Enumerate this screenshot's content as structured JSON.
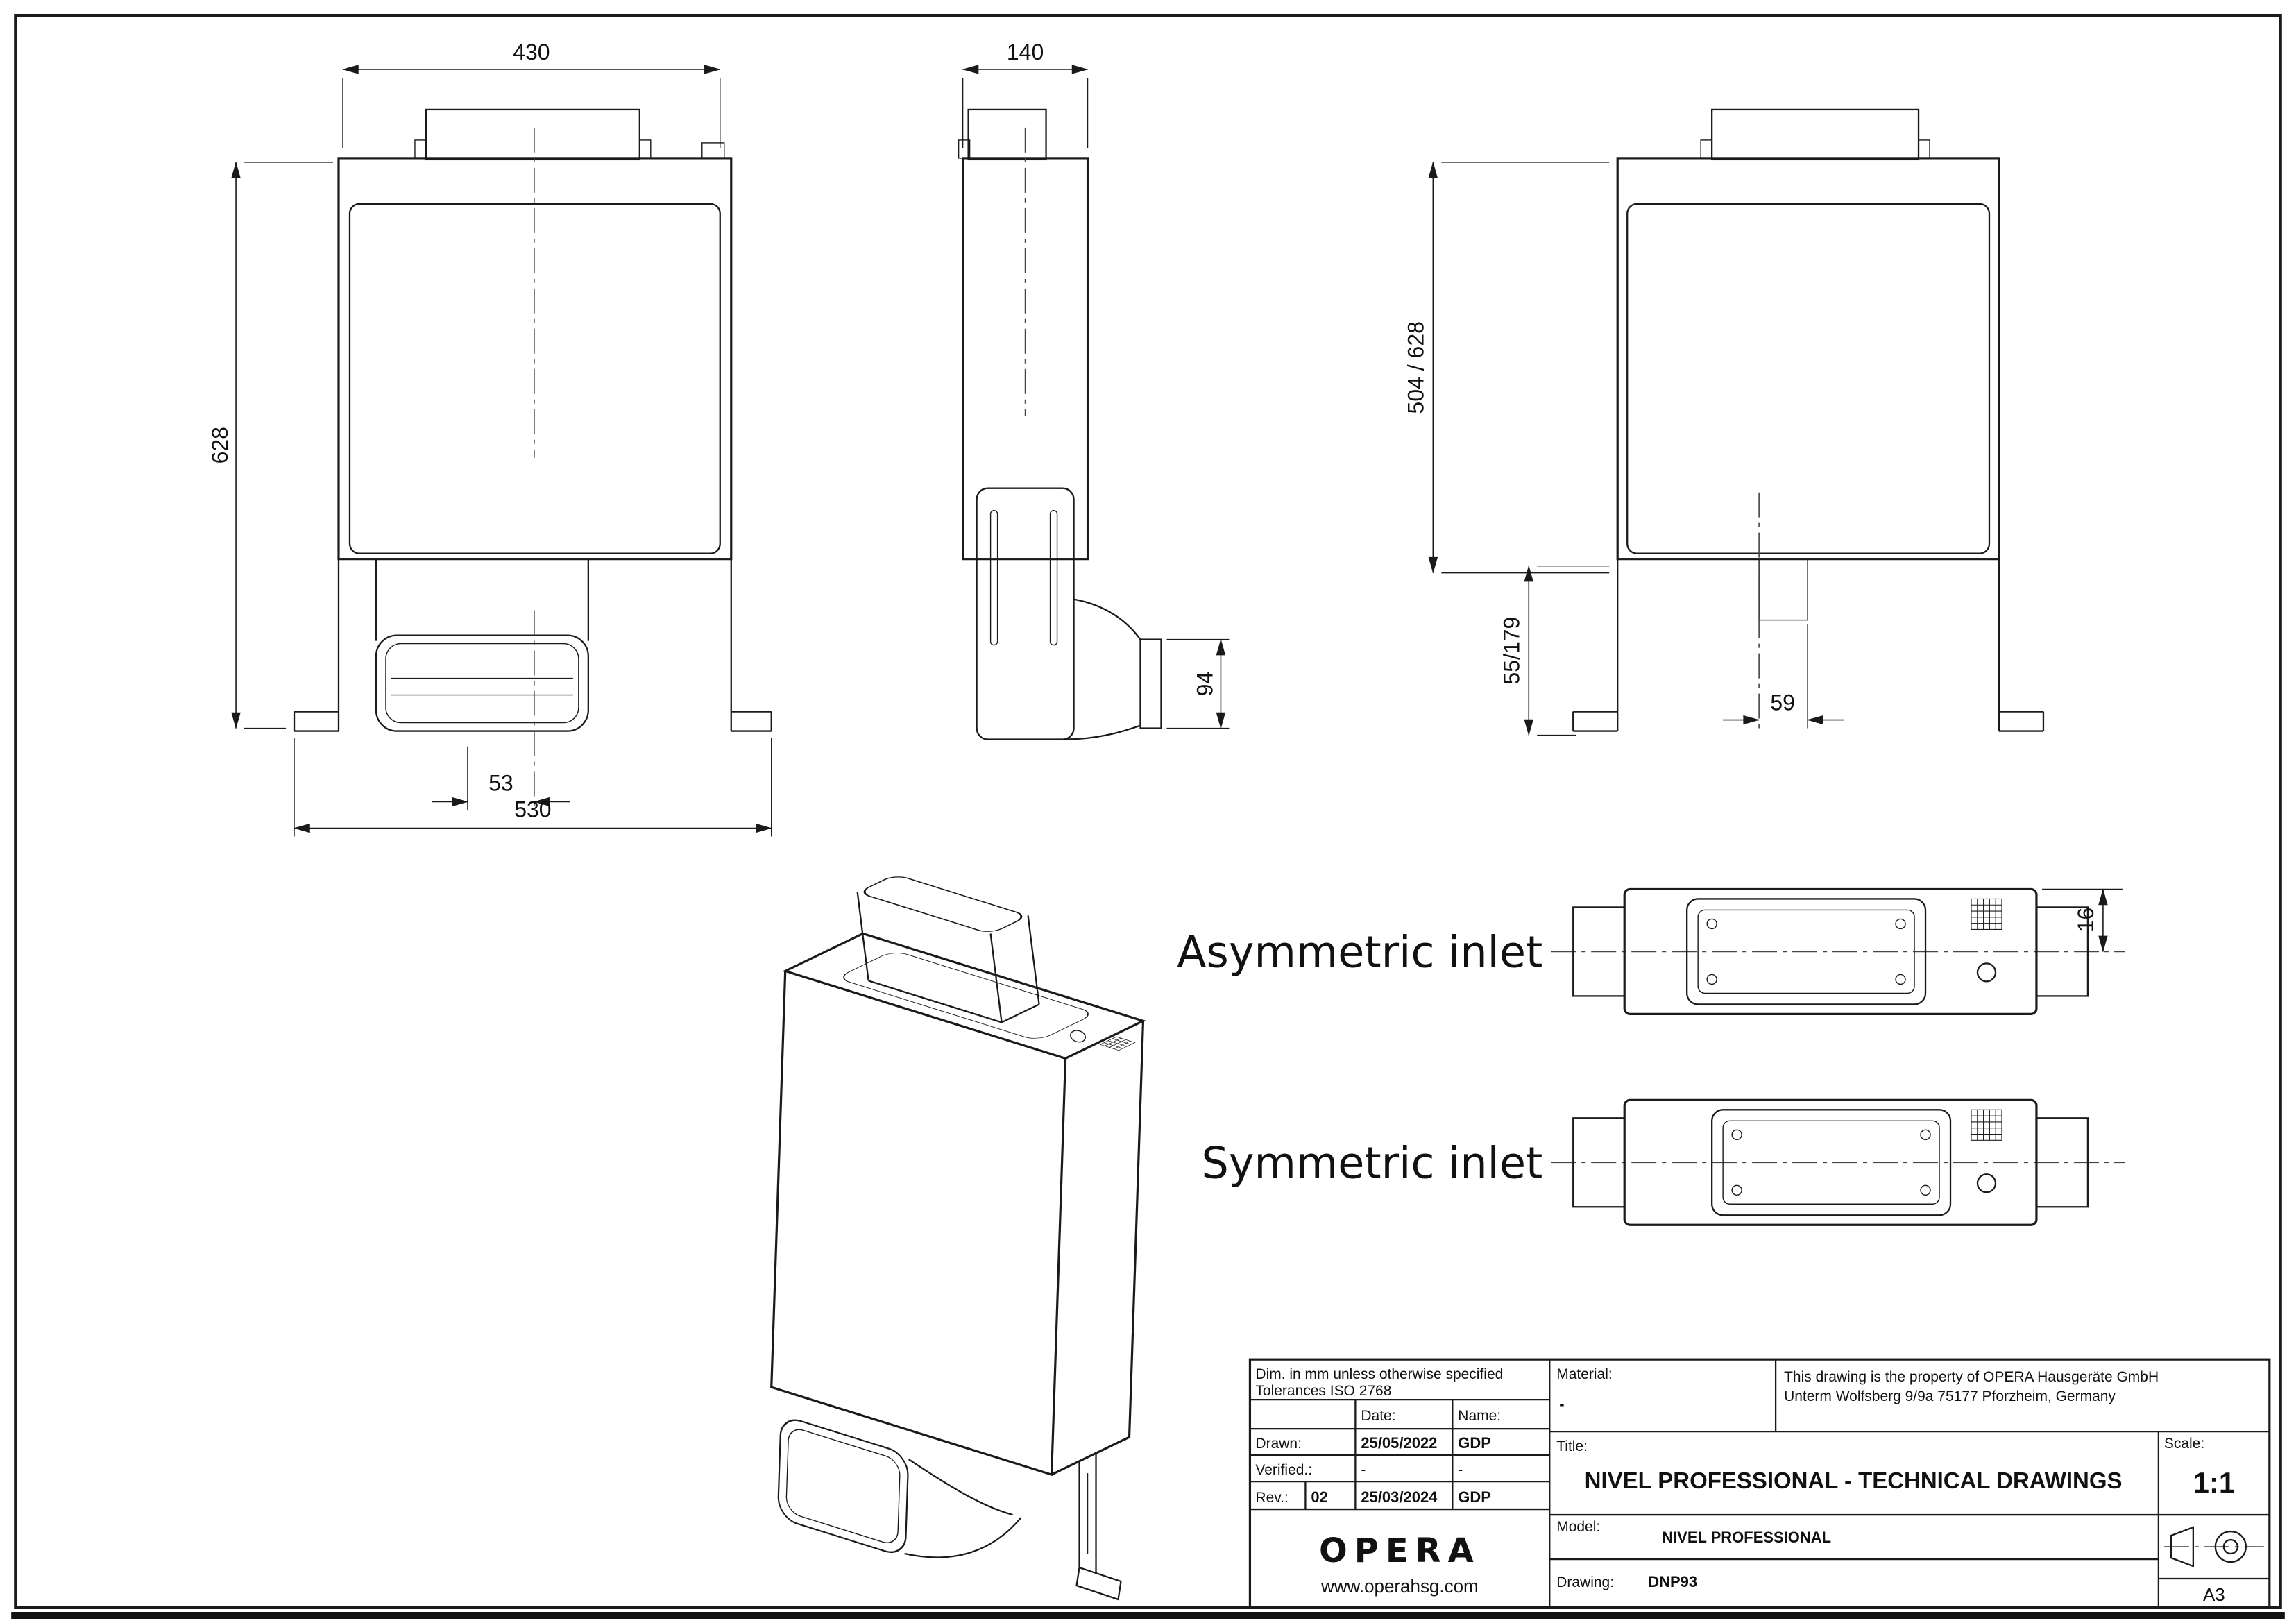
{
  "dims": {
    "front_width": "430",
    "front_height": "628",
    "front_offset": "53",
    "front_total_width": "530",
    "side_depth": "140",
    "side_outlet_height": "94",
    "rear_height": "504 / 628",
    "rear_bracket": "55/179",
    "rear_offset": "59",
    "inlet_offset": "16"
  },
  "labels": {
    "asymmetric_inlet": "Asymmetric inlet",
    "symmetric_inlet": "Symmetric inlet"
  },
  "title_block": {
    "note_line1": "Dim. in mm unless otherwise specified",
    "note_line2": "Tolerances ISO 2768",
    "col_date": "Date:",
    "col_name": "Name:",
    "drawn_label": "Drawn:",
    "drawn_date": "25/05/2022",
    "drawn_name": "GDP",
    "verified_label": "Verified.:",
    "verified_date": "-",
    "verified_name": "-",
    "rev_label": "Rev.:",
    "rev_value": "02",
    "rev_date": "25/03/2024",
    "rev_name": "GDP",
    "logo": "OPERA",
    "website": "www.operahsg.com",
    "material_label": "Material:",
    "material_value": "-",
    "property_line1": "This drawing is the property of OPERA Hausgeräte GmbH",
    "property_line2": "Unterm Wolfsberg 9/9a 75177 Pforzheim, Germany",
    "title_label": "Title:",
    "title": "NIVEL PROFESSIONAL - TECHNICAL DRAWINGS",
    "scale_label": "Scale:",
    "scale": "1:1",
    "model_label": "Model:",
    "model": "NIVEL PROFESSIONAL",
    "drawing_label": "Drawing:",
    "drawing": "DNP93",
    "sheet": "A3"
  }
}
